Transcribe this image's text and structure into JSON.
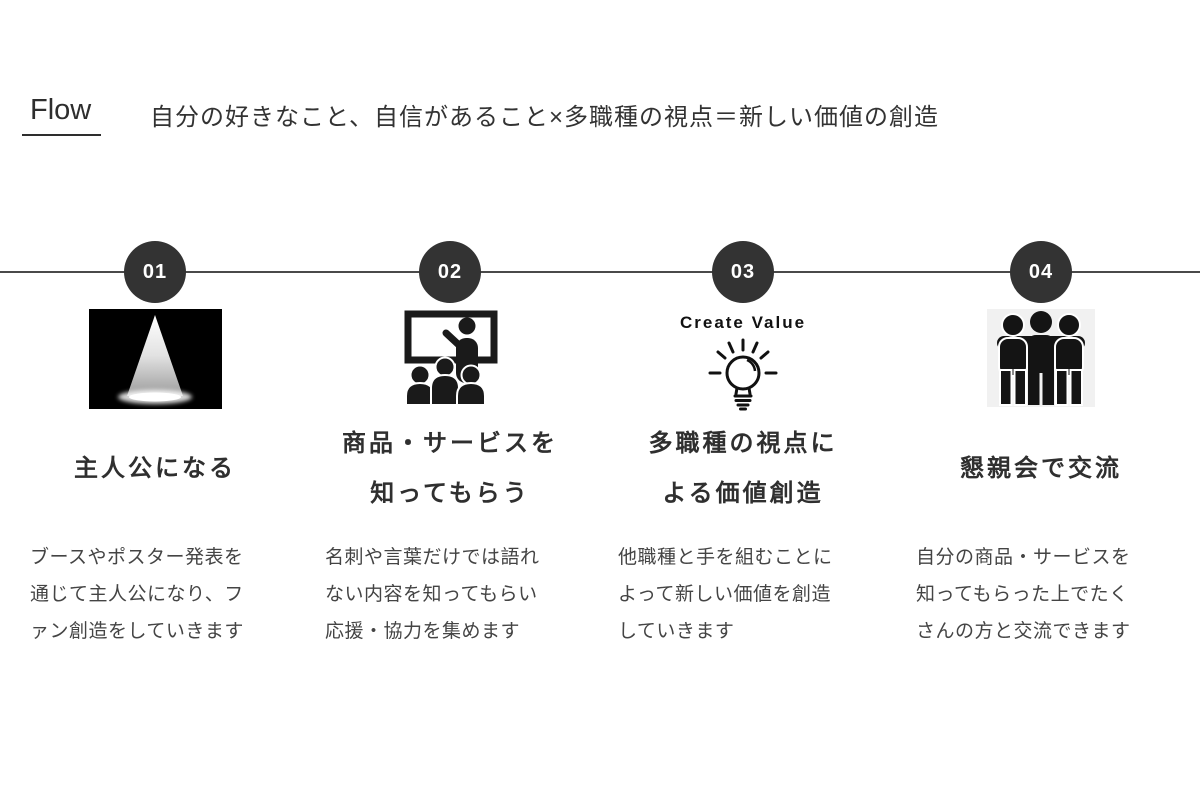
{
  "colors": {
    "circle_bg": "#333333",
    "timeline_line": "#4a4a4a",
    "heading_text": "#333333",
    "body_text": "#444444",
    "icon_black": "#141414",
    "people_icon_bg": "#f1f1f1"
  },
  "header": {
    "section_label": "Flow",
    "title": "自分の好きなこと、自信があること×多職種の視点＝新しい価値の創造"
  },
  "steps": [
    {
      "number": "01",
      "icon": "spotlight-icon",
      "title_lines": [
        "主人公になる"
      ],
      "desc_lines": [
        "ブースやポスター発表を",
        "通じて主人公になり、フ",
        "ァン創造をしていきます"
      ]
    },
    {
      "number": "02",
      "icon": "presentation-icon",
      "title_lines": [
        "商品・サービスを",
        "知ってもらう"
      ],
      "desc_lines": [
        "名刺や言葉だけでは語れ",
        "ない内容を知ってもらい",
        "応援・協力を集めます"
      ]
    },
    {
      "number": "03",
      "icon": "lightbulb-icon",
      "icon_caption": "Create Value",
      "title_lines": [
        "多職種の視点に",
        "よる価値創造"
      ],
      "desc_lines": [
        "他職種と手を組むことに",
        "よって新しい価値を創造",
        "していきます"
      ]
    },
    {
      "number": "04",
      "icon": "people-icon",
      "title_lines": [
        "懇親会で交流"
      ],
      "desc_lines": [
        "自分の商品・サービスを",
        "知ってもらった上でたく",
        "さんの方と交流できます"
      ]
    }
  ]
}
